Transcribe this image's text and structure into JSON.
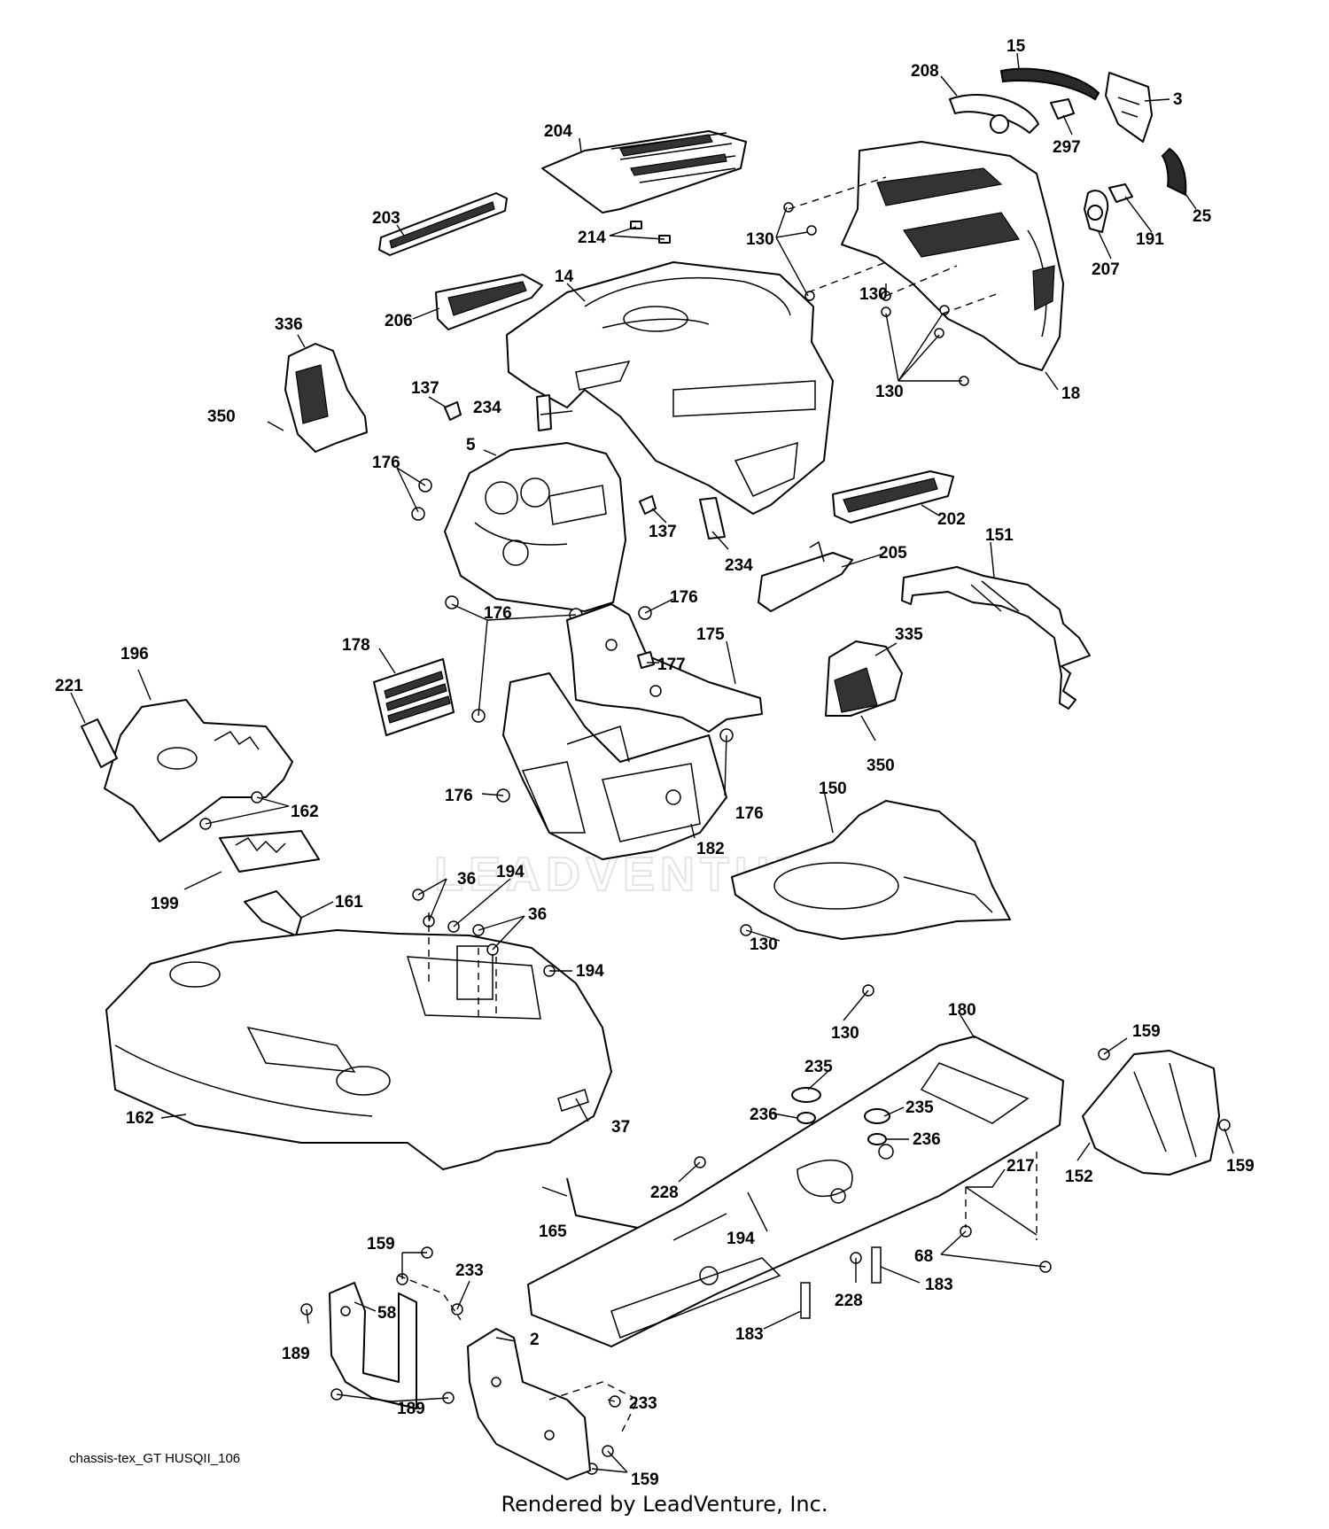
{
  "diagram": {
    "drawing_code": "chassis-tex_GT HUSQII_106",
    "credit": "Rendered by LeadVenture, Inc.",
    "watermark": "LEADVENTURE",
    "callouts": [
      "15",
      "208",
      "3",
      "297",
      "204",
      "25",
      "130",
      "191",
      "203",
      "214",
      "207",
      "14",
      "130",
      "206",
      "336",
      "130",
      "18",
      "137",
      "234",
      "350",
      "5",
      "176",
      "202",
      "137",
      "234",
      "205",
      "151",
      "176",
      "176",
      "175",
      "178",
      "177",
      "335",
      "196",
      "221",
      "162",
      "350",
      "176",
      "176",
      "150",
      "182",
      "36",
      "194",
      "199",
      "161",
      "36",
      "194",
      "130",
      "130",
      "180",
      "159",
      "235",
      "236",
      "235",
      "236",
      "37",
      "162",
      "217",
      "152",
      "159",
      "228",
      "165",
      "194",
      "68",
      "159",
      "233",
      "228",
      "183",
      "58",
      "2",
      "183",
      "189",
      "233",
      "189",
      "159"
    ]
  }
}
